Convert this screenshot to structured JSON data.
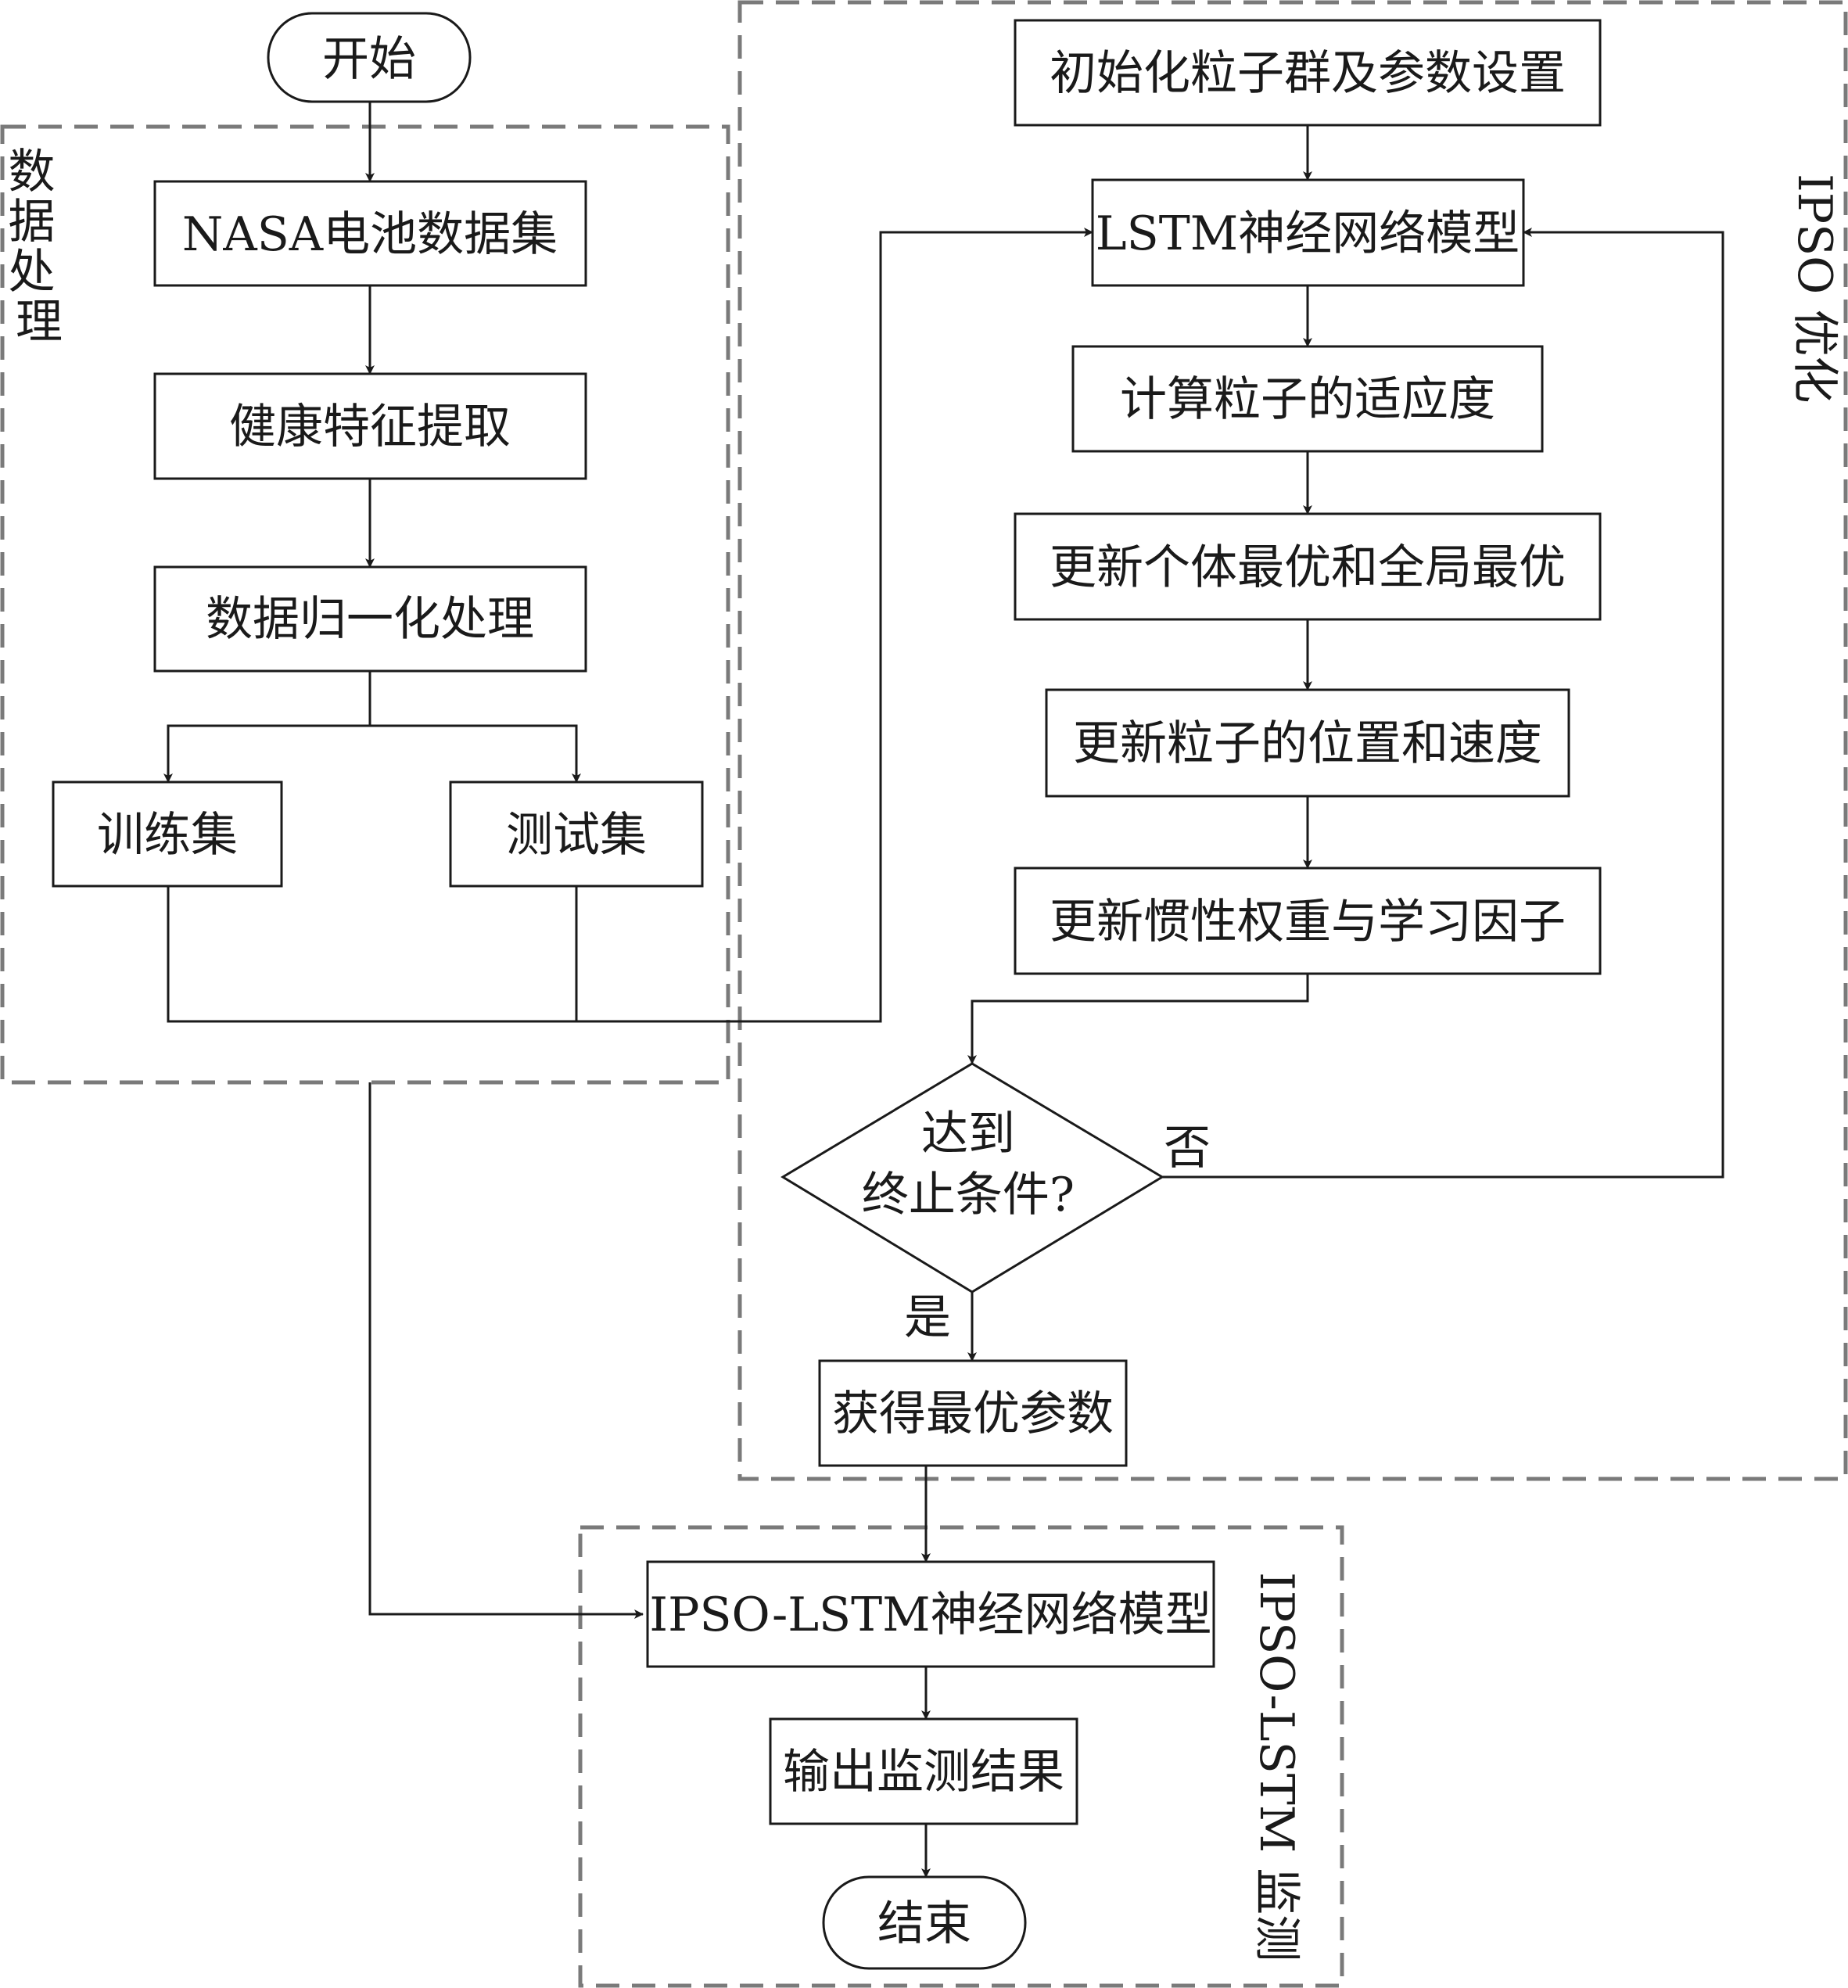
{
  "nodes": {
    "start": "开始",
    "nasa": "NASA电池数据集",
    "feature": "健康特征提取",
    "normalize": "数据归一化处理",
    "train": "训练集",
    "test": "测试集",
    "init": "初始化粒子群及参数设置",
    "lstm": "LSTM神经网络模型",
    "fitness": "计算粒子的适应度",
    "update_best": "更新个体最优和全局最优",
    "update_pos": "更新粒子的位置和速度",
    "update_inertia": "更新惯性权重与学习因子",
    "decision_line1": "达到",
    "decision_line2": "终止条件?",
    "best_params": "获得最优参数",
    "ipso_lstm": "IPSO-LSTM神经网络模型",
    "output": "输出监测结果",
    "end": "结束"
  },
  "edges": {
    "no": "否",
    "yes": "是"
  },
  "groups": {
    "data_processing": "数据处理",
    "ipso": "IPSO 优化",
    "monitor": "IPSO-LSTM 监测"
  }
}
